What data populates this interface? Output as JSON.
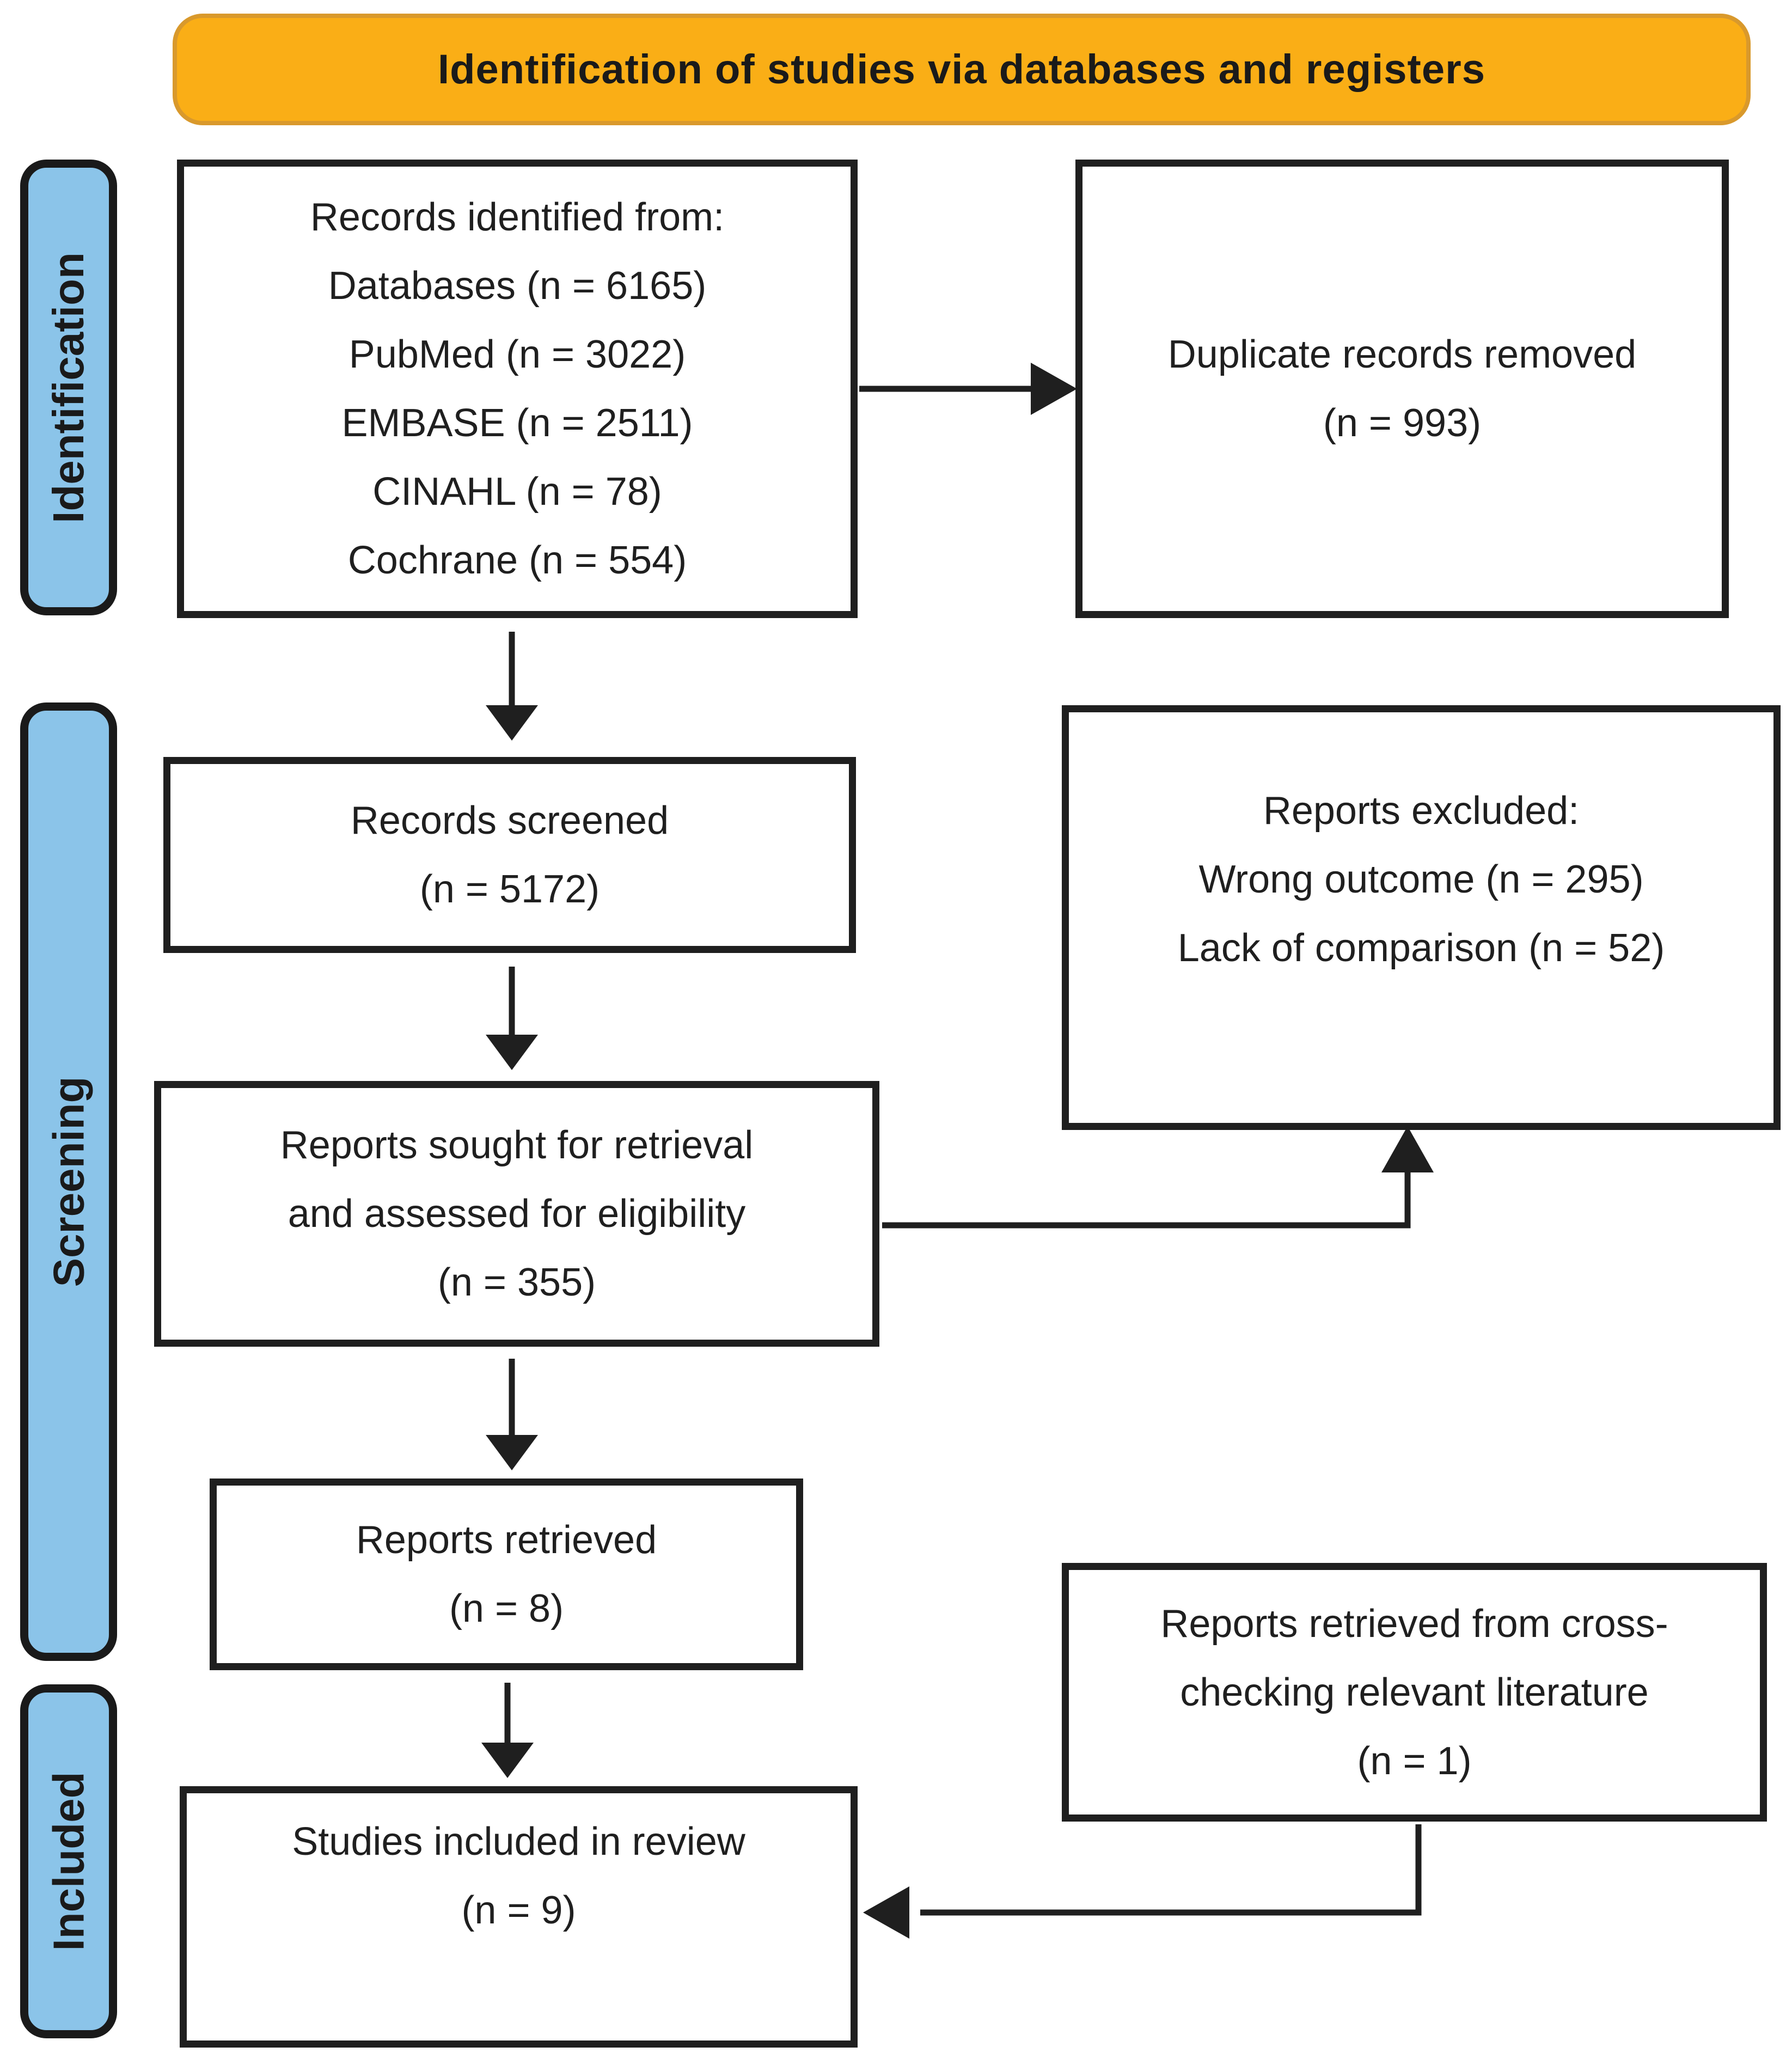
{
  "banner": {
    "label": "Identification of studies via databases and registers",
    "fill_color": "#faae16",
    "border_color": "#d9992c"
  },
  "sidebar": {
    "fill_color": "#8bc4e9",
    "items": {
      "identification": {
        "label": "Identification"
      },
      "screening": {
        "label": "Screening"
      },
      "included": {
        "label": "Included"
      }
    }
  },
  "boxes": {
    "records_identified": {
      "lines": [
        "Records identified from:",
        "Databases (n = 6165)",
        "PubMed (n = 3022)",
        "EMBASE (n = 2511)",
        "CINAHL (n = 78)",
        "Cochrane (n = 554)"
      ]
    },
    "duplicates_removed": {
      "lines": [
        "Duplicate records removed",
        "(n = 993)"
      ]
    },
    "records_screened": {
      "lines": [
        "Records screened",
        "(n = 5172)"
      ]
    },
    "reports_excluded": {
      "lines": [
        "Reports excluded:",
        "Wrong outcome (n = 295)",
        "Lack of comparison (n = 52)"
      ]
    },
    "reports_sought": {
      "lines": [
        "Reports sought for retrieval",
        "and assessed for eligibility",
        "(n = 355)"
      ]
    },
    "reports_retrieved": {
      "lines": [
        "Reports retrieved",
        "(n = 8)"
      ]
    },
    "cross_checking": {
      "lines": [
        "Reports retrieved from cross-",
        "checking relevant literature",
        "(n = 1)"
      ]
    },
    "studies_included": {
      "lines": [
        "Studies included in review",
        "(n = 9)"
      ]
    }
  }
}
